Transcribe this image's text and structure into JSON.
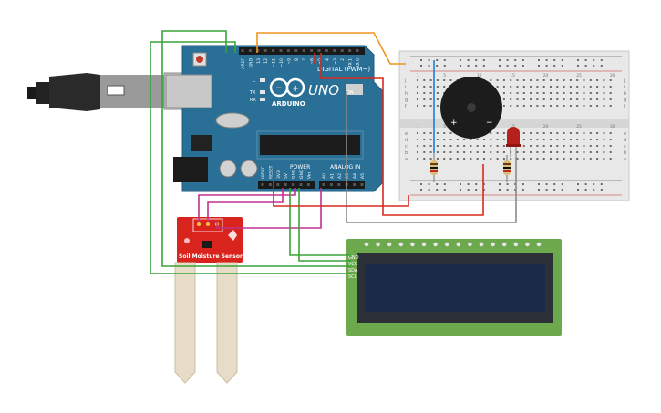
{
  "arduino": {
    "brand": "ARDUINO",
    "model": "UNO",
    "digital_header": "DIGITAL (PWM~)",
    "power_header": "POWER",
    "analog_header": "ANALOG IN",
    "on_label": "ON",
    "l_label": "L",
    "tx_label": "TX",
    "rx_label": "RX",
    "top_pins": [
      "AREF",
      "GND",
      "13",
      "12",
      "~11",
      "~10",
      "~9",
      "8",
      "7",
      "~6",
      "~5",
      "4",
      "~3",
      "2",
      "TX 1",
      "RX 0"
    ],
    "power_pins": [
      "IOREF",
      "RESET",
      "3V3",
      "5V",
      "GND",
      "GND",
      "Vin"
    ],
    "analog_pins": [
      "A0",
      "A1",
      "A2",
      "A3",
      "A4",
      "A5"
    ]
  },
  "breadboard": {
    "columns": [
      "1",
      "5",
      "10",
      "15",
      "20",
      "25",
      "30"
    ],
    "rows_top": [
      "j",
      "i",
      "h",
      "g",
      "f"
    ],
    "rows_bottom": [
      "e",
      "d",
      "c",
      "b",
      "a"
    ]
  },
  "buzzer": {
    "plus": "+",
    "minus": "−"
  },
  "sensor": {
    "label": "Soil Moisture Sensor"
  },
  "lcd": {
    "pins": [
      "GND",
      "VCC",
      "SDA",
      "SCL"
    ]
  },
  "colors": {
    "arduino_board": "#2a6f96",
    "breadboard": "#e8e8e8",
    "sensor_board": "#d9241d",
    "lcd_pcb": "#6ca94c",
    "lcd_screen": "#1c2a4a",
    "wire_green": "#3aa33a",
    "wire_orange": "#f0941d",
    "wire_red": "#d52b1e",
    "wire_magenta": "#c2308f",
    "wire_gray": "#8a8a8a",
    "wire_blue": "#1e7fd0"
  }
}
